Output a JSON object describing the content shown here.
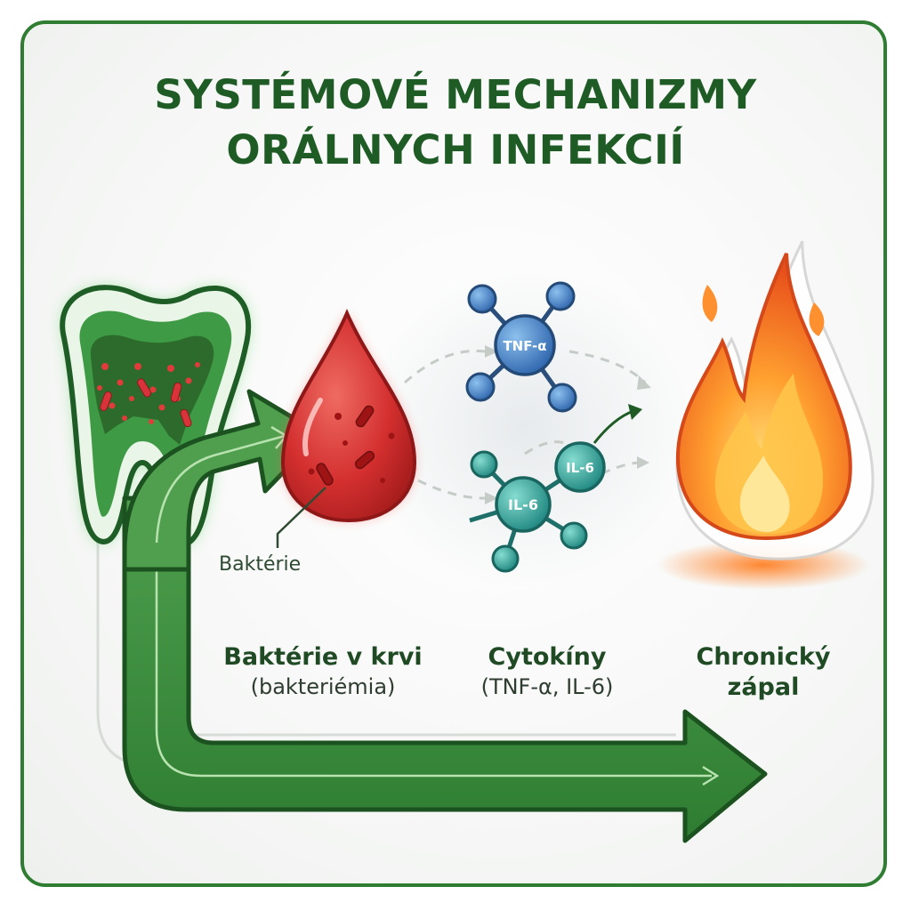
{
  "title": {
    "line1": "SYSTÉMOVÉ MECHANIZMY",
    "line2": "ORÁLNYCH INFEKCIÍ"
  },
  "drop_label": "Baktérie",
  "molecules": {
    "tnf": "TNF-α",
    "il6_small": "IL-6",
    "il6_large": "IL-6"
  },
  "stages": [
    {
      "main": "Baktérie v krvi",
      "sub": "(bakteriémia)"
    },
    {
      "main": "Cytokíny",
      "sub": "(TNF-α, IL-6)"
    },
    {
      "main": "Chronický",
      "main2": "zápal"
    }
  ],
  "icons": [
    "tooth-icon",
    "blood-drop-icon",
    "cytokine-molecule-icon",
    "flame-icon",
    "arrow-icon"
  ],
  "colors": {
    "border": "#2e7d32",
    "title": "#1e5b25",
    "arrow": "#3f8f46",
    "drop": "#d32f2f",
    "molecule_blue": "#3f7fc4",
    "molecule_teal": "#2fa39a",
    "flame": "#f57c1f"
  }
}
